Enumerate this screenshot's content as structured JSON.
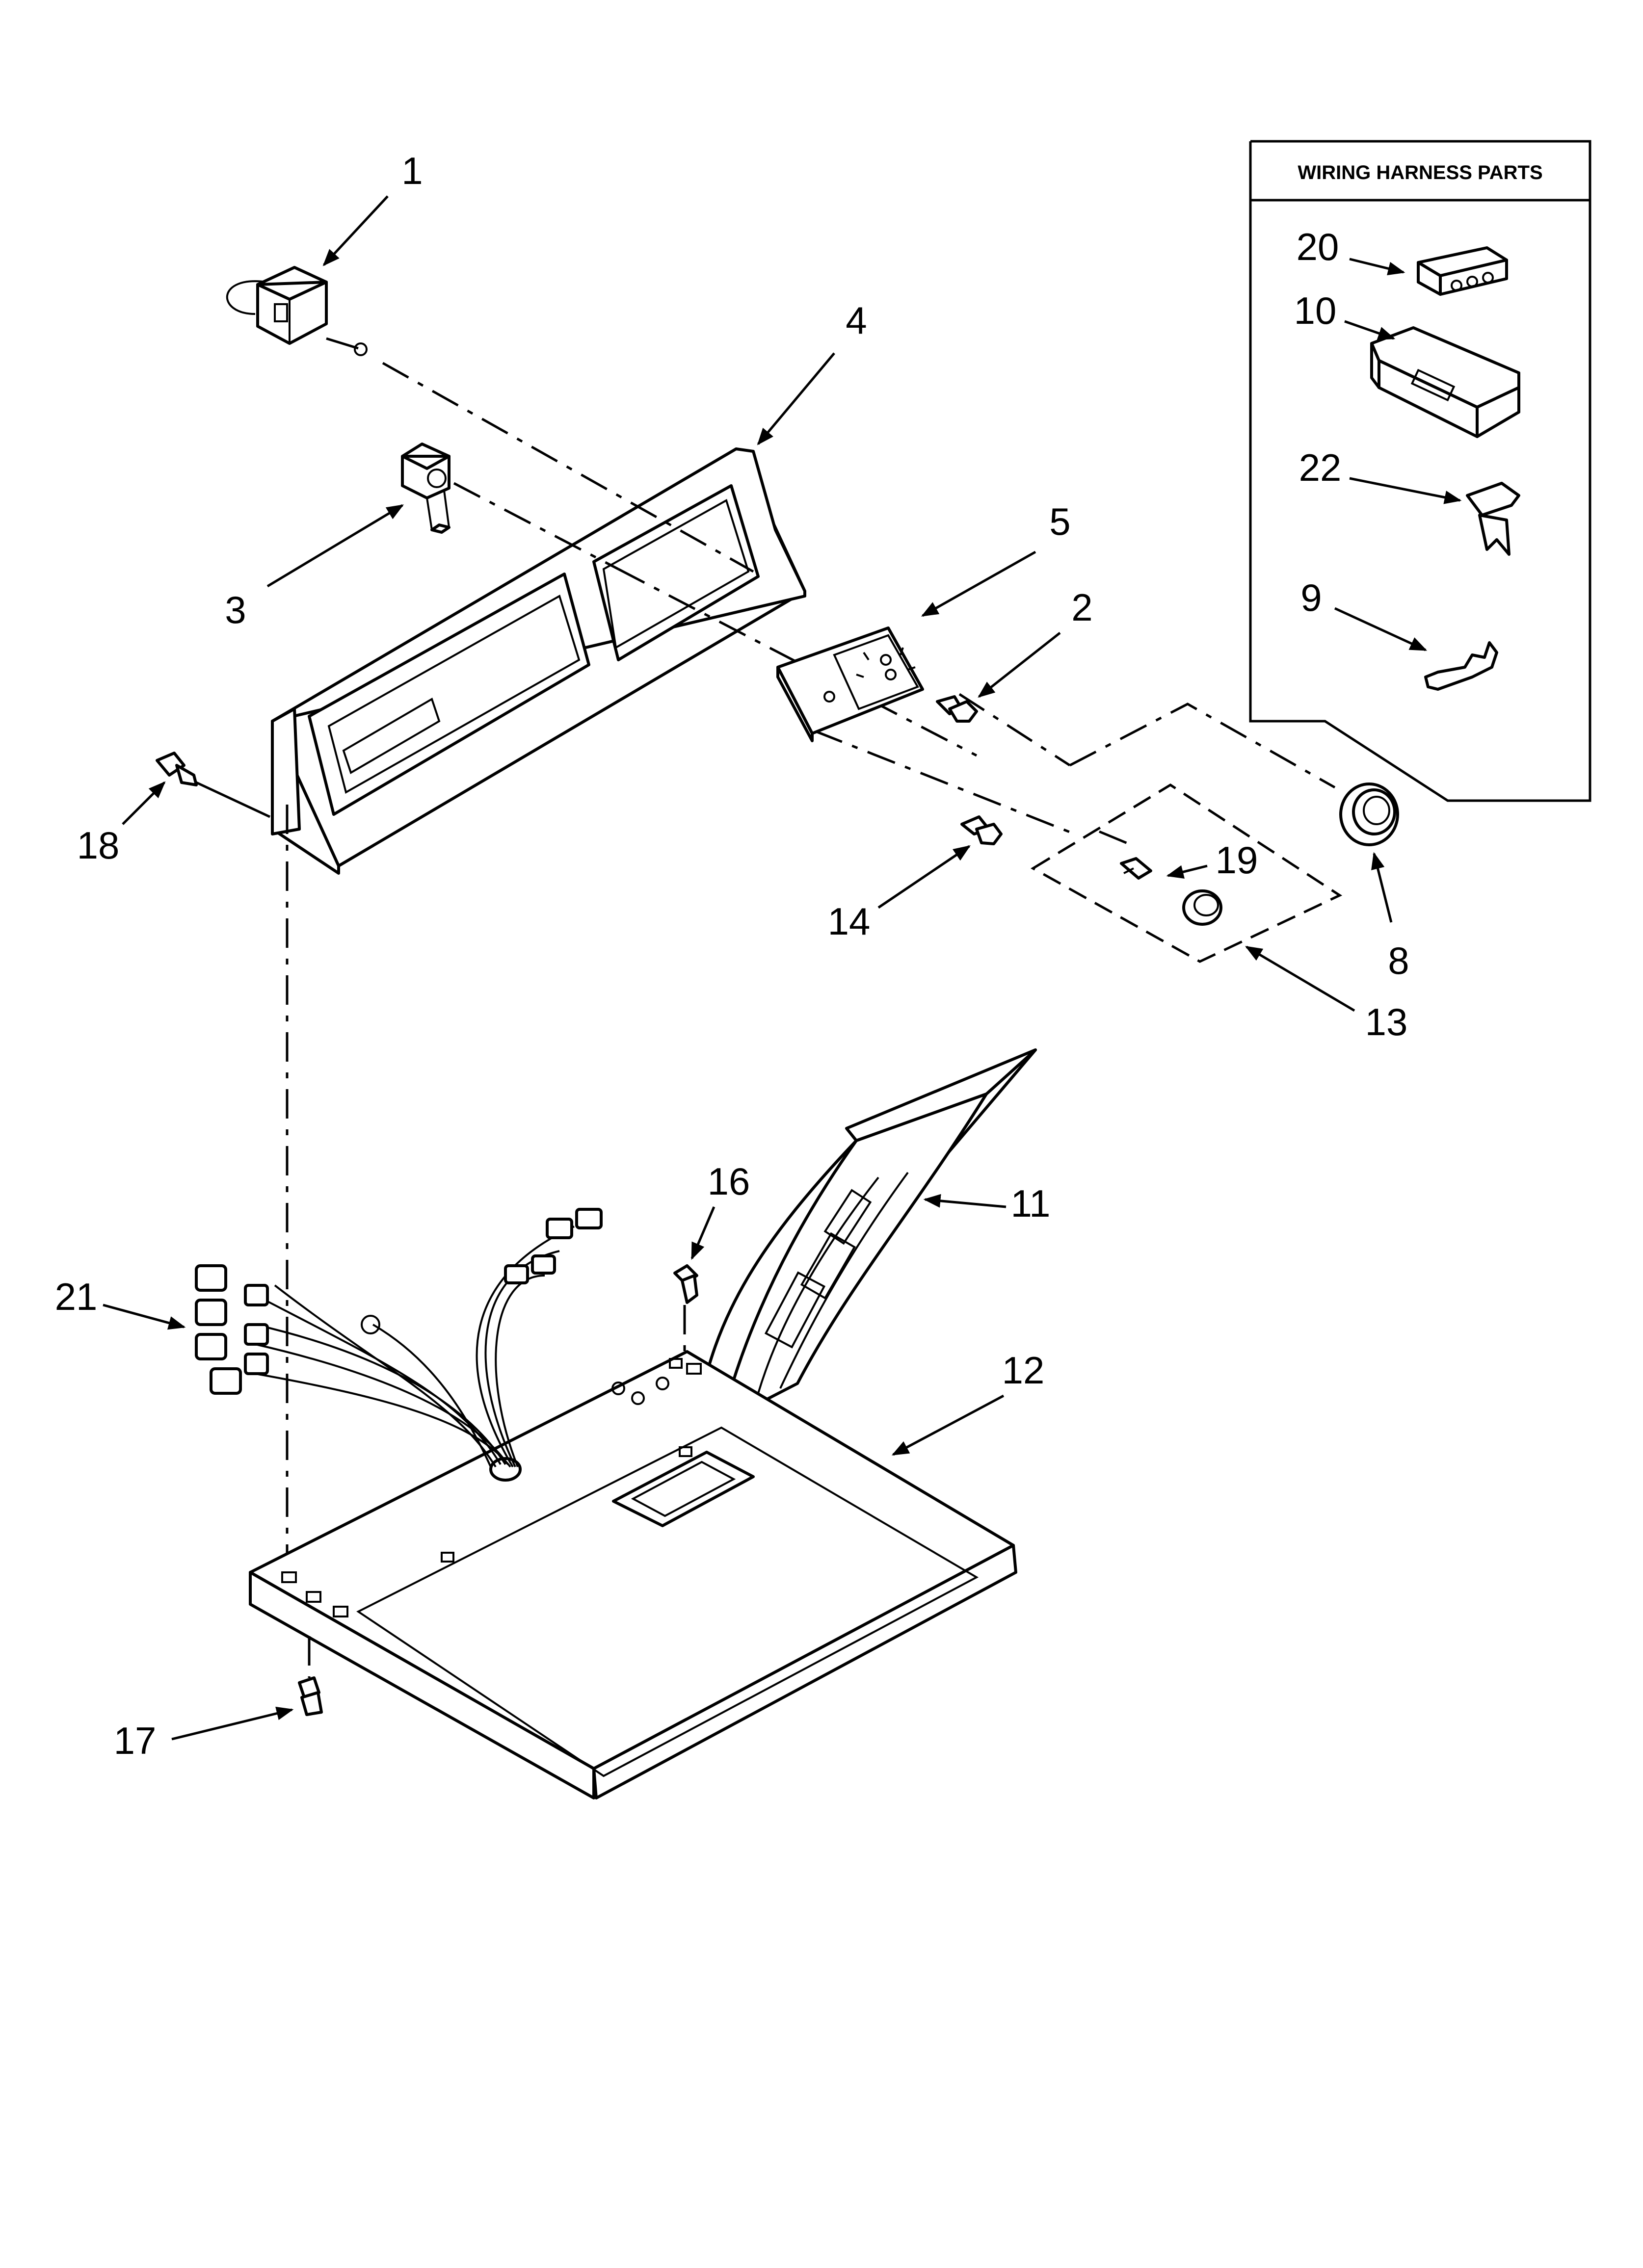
{
  "wiring_harness_box": {
    "title": "WIRING HARNESS PARTS"
  },
  "callouts": {
    "c1": "1",
    "c2": "2",
    "c3": "3",
    "c4": "4",
    "c5": "5",
    "c8": "8",
    "c9": "9",
    "c10": "10",
    "c11": "11",
    "c12": "12",
    "c13": "13",
    "c14": "14",
    "c16": "16",
    "c17": "17",
    "c18": "18",
    "c19": "19",
    "c20": "20",
    "c21": "21",
    "c22": "22"
  }
}
